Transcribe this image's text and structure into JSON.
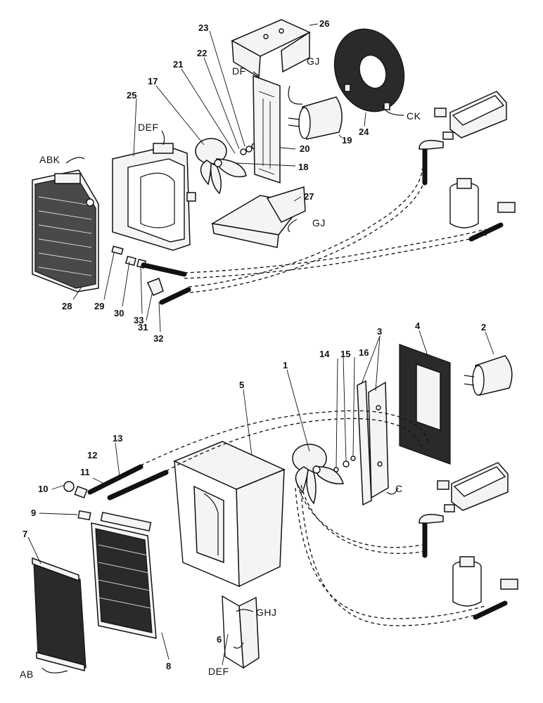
{
  "parts": {
    "p1": "1",
    "p2": "2",
    "p3": "3",
    "p4": "4",
    "p5": "5",
    "p6": "6",
    "p7": "7",
    "p8": "8",
    "p9": "9",
    "p10": "10",
    "p11": "11",
    "p12": "12",
    "p13": "13",
    "p14": "14",
    "p15": "15",
    "p16": "16",
    "p17": "17",
    "p18": "18",
    "p19": "19",
    "p20": "20",
    "p21": "21",
    "p22": "22",
    "p23": "23",
    "p24": "24",
    "p25": "25",
    "p26": "26",
    "p27": "27",
    "p28": "28",
    "p29": "29",
    "p30": "30",
    "p31": "31",
    "p32": "32",
    "p33": "33"
  },
  "codes": {
    "abk": "ABK",
    "def_top": "DEF",
    "df": "DF",
    "gj_top": "GJ",
    "ck": "CK",
    "gj_mid": "GJ",
    "c": "C",
    "ghj": "GHJ",
    "def_bottom": "DEF",
    "ab": "AB"
  }
}
